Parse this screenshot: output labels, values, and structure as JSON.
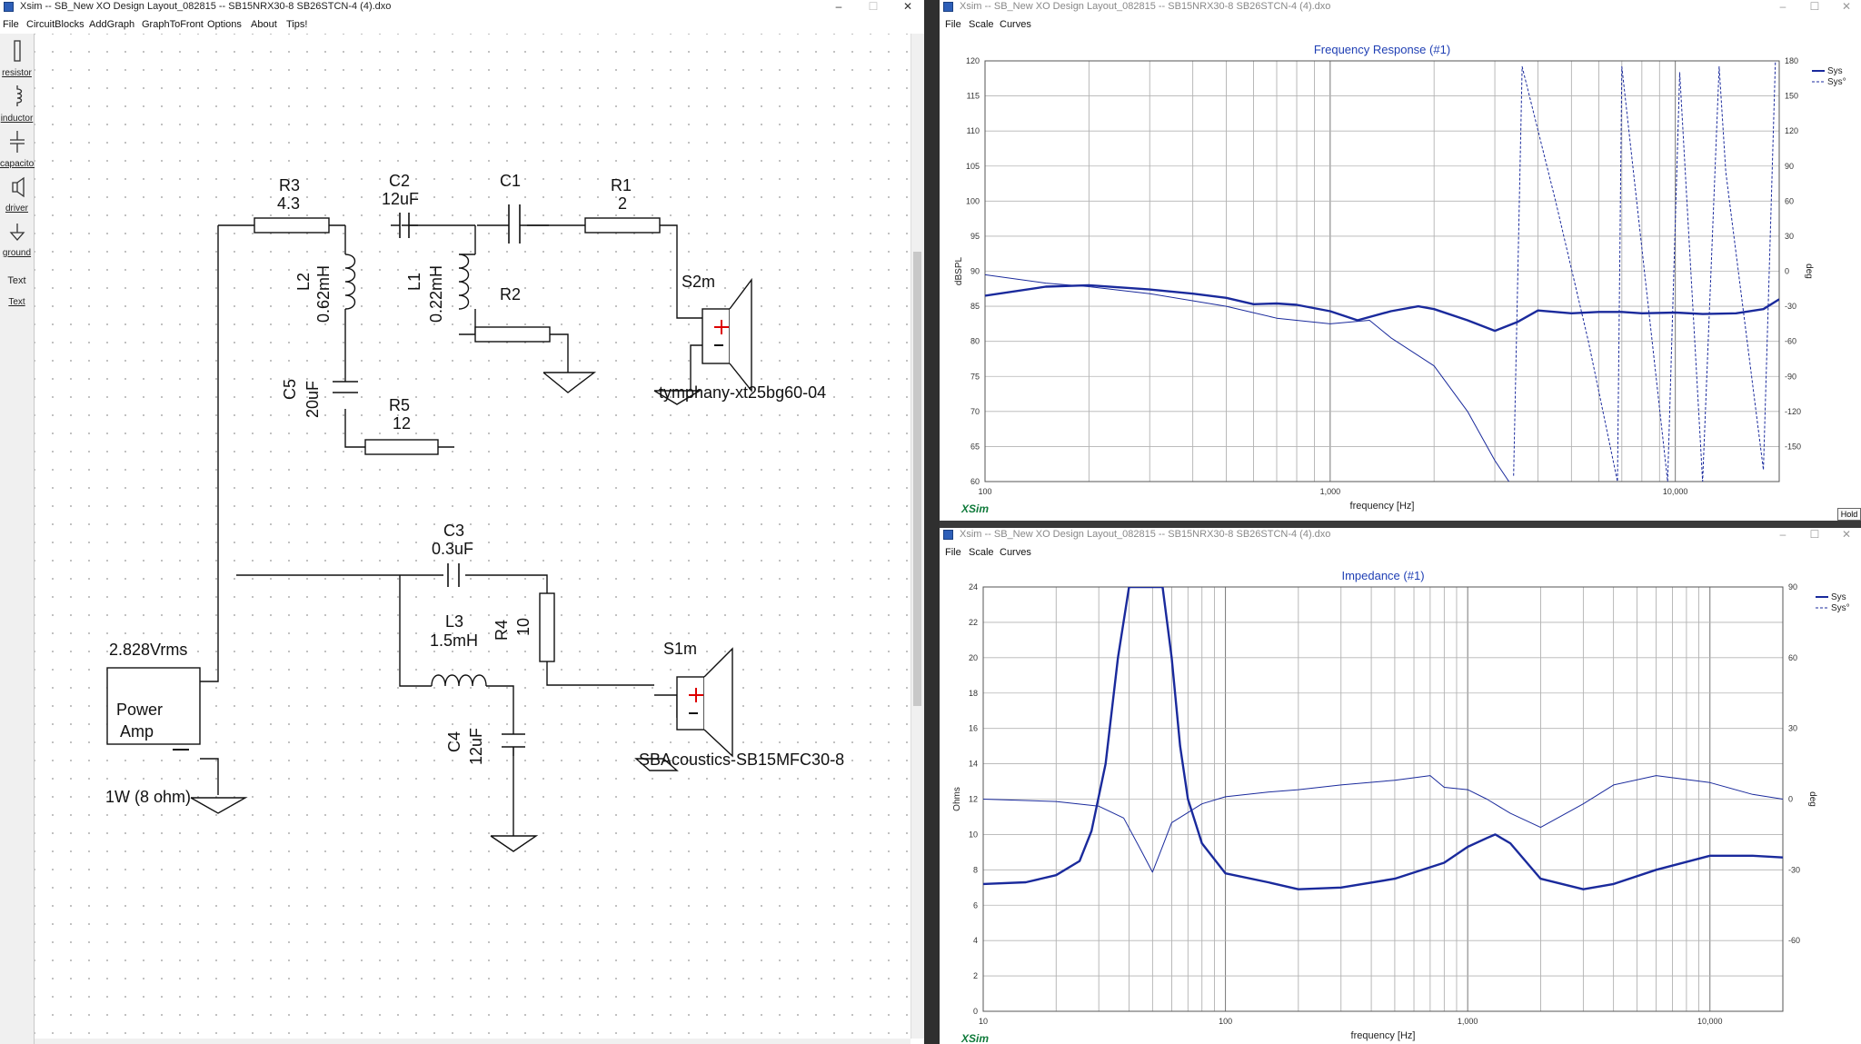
{
  "schematic_window": {
    "title": "Xsim -- SB_New XO Design Layout_082815 -- SB15NRX30-8 SB26STCN-4 (4).dxo",
    "menu": [
      "File",
      "CircuitBlocks",
      "AddGraph",
      "GraphToFront",
      "Options",
      "About",
      "Tips!"
    ],
    "tools": [
      {
        "label": "resistor",
        "icon": "resistor-icon"
      },
      {
        "label": "inductor",
        "icon": "inductor-icon"
      },
      {
        "label": "capacitor",
        "icon": "capacitor-icon"
      },
      {
        "label": "driver",
        "icon": "driver-icon"
      },
      {
        "label": "ground",
        "icon": "ground-icon"
      },
      {
        "label": "Text",
        "icon": "text-icon"
      },
      {
        "label": "Text",
        "icon": "text-icon"
      }
    ],
    "components": {
      "R3": {
        "name": "R3",
        "value": "4.3"
      },
      "C2": {
        "name": "C2",
        "value": "12uF"
      },
      "C1": {
        "name": "C1"
      },
      "R1": {
        "name": "R1",
        "value": "2"
      },
      "L2": {
        "name": "L2",
        "value": "0.62mH"
      },
      "L1": {
        "name": "L1",
        "value": "0.22mH"
      },
      "R2": {
        "name": "R2"
      },
      "S2m": {
        "name": "S2m",
        "model": "tymphany-xt25bg60-04"
      },
      "C5": {
        "name": "C5",
        "value": "20uF"
      },
      "R5": {
        "name": "R5",
        "value": "12"
      },
      "C3": {
        "name": "C3",
        "value": "0.3uF"
      },
      "L3": {
        "name": "L3",
        "value": "1.5mH"
      },
      "R4": {
        "name": "R4",
        "value": "10"
      },
      "S1m": {
        "name": "S1m",
        "model": "SBAcoustics-SB15MFC30-8"
      },
      "C4": {
        "name": "C4",
        "value": "12uF"
      },
      "amp": {
        "voltage": "2.828Vrms",
        "line1": "Power",
        "line2": "Amp",
        "power": "1W (8 ohm)"
      }
    }
  },
  "freq_window": {
    "title": "Xsim -- SB_New XO Design Layout_082815 -- SB15NRX30-8 SB26STCN-4 (4).dxo",
    "menu": [
      "File",
      "Scale",
      "Curves"
    ],
    "brand": "XSim",
    "hold_label": "Hold"
  },
  "imp_window": {
    "title": "Xsim -- SB_New XO Design Layout_082815 -- SB15NRX30-8 SB26STCN-4 (4).dxo",
    "menu": [
      "File",
      "Scale",
      "Curves"
    ],
    "brand": "XSim"
  },
  "chart_data": [
    {
      "type": "line",
      "title": "Frequency Response (#1)",
      "xlabel": "frequency [Hz]",
      "ylabel": "dBSPL",
      "y2label": "deg",
      "xscale": "log",
      "xlim": [
        100,
        20000
      ],
      "ylim": [
        60,
        120
      ],
      "y2lim": [
        -180,
        180
      ],
      "x_ticks": [
        "100",
        "1,000",
        "10,000"
      ],
      "y_ticks": [
        "60",
        "65",
        "70",
        "75",
        "80",
        "85",
        "90",
        "95",
        "100",
        "105",
        "110",
        "115",
        "120"
      ],
      "y2_ticks": [
        "-150",
        "-120",
        "-90",
        "-60",
        "-30",
        "0",
        "30",
        "60",
        "90",
        "120",
        "150",
        "180"
      ],
      "grid": true,
      "legend": {
        "position": "top-right",
        "entries": [
          "Sys",
          "Sys°"
        ]
      },
      "series": [
        {
          "name": "Sys",
          "axis": "left",
          "style": "solid-thick",
          "color": "#1a2a9c",
          "x": [
            100,
            150,
            200,
            300,
            400,
            500,
            600,
            700,
            800,
            1000,
            1200,
            1500,
            1800,
            2000,
            2500,
            3000,
            3500,
            4000,
            5000,
            6000,
            7000,
            8000,
            10000,
            12000,
            15000,
            18000,
            20000
          ],
          "y": [
            86.5,
            87.8,
            88.0,
            87.4,
            86.8,
            86.2,
            85.3,
            85.4,
            85.2,
            84.3,
            83.0,
            84.3,
            85.0,
            84.6,
            83.0,
            81.5,
            82.8,
            84.4,
            84.0,
            84.2,
            84.2,
            84.0,
            84.1,
            83.9,
            84.0,
            84.6,
            86.0
          ]
        },
        {
          "name": "",
          "axis": "left",
          "style": "solid-thin",
          "color": "#1a2a9c",
          "x": [
            100,
            150,
            200,
            300,
            500,
            700,
            1000,
            1300,
            1500,
            2000,
            2500,
            3000,
            3400
          ],
          "y": [
            89.5,
            88.3,
            87.8,
            86.8,
            85.0,
            83.3,
            82.5,
            83.0,
            80.5,
            76.5,
            70.0,
            63.0,
            59.0
          ]
        },
        {
          "name": "Sys°",
          "axis": "right",
          "style": "dashed",
          "color": "#1a2a9c",
          "x": [
            3400,
            3600,
            4500,
            5600,
            6800,
            7000,
            9500,
            10300,
            12000,
            13400,
            14000,
            18000,
            19500
          ],
          "y": [
            -175,
            175,
            60,
            -60,
            -180,
            175,
            -180,
            170,
            -180,
            175,
            85,
            -170,
            180
          ]
        }
      ]
    },
    {
      "type": "line",
      "title": "Impedance (#1)",
      "xlabel": "frequency [Hz]",
      "ylabel": "Ohms",
      "y2label": "deg",
      "xscale": "log",
      "xlim": [
        10,
        20000
      ],
      "ylim": [
        0,
        24
      ],
      "y2lim": [
        -90,
        90
      ],
      "x_ticks": [
        "10",
        "100",
        "1,000",
        "10,000"
      ],
      "y_ticks": [
        "0",
        "2",
        "4",
        "6",
        "8",
        "10",
        "12",
        "14",
        "16",
        "18",
        "20",
        "22",
        "24"
      ],
      "y2_ticks": [
        "-60",
        "-30",
        "0",
        "30",
        "60",
        "90"
      ],
      "grid": true,
      "legend": {
        "position": "top-right",
        "entries": [
          "Sys",
          "Sys°"
        ]
      },
      "series": [
        {
          "name": "Sys",
          "axis": "left",
          "style": "solid-thick",
          "color": "#1a2a9c",
          "x": [
            10,
            15,
            20,
            25,
            28,
            32,
            36,
            40,
            48,
            55,
            60,
            65,
            70,
            80,
            100,
            150,
            200,
            300,
            500,
            800,
            1000,
            1200,
            1300,
            1500,
            2000,
            3000,
            4000,
            6000,
            10000,
            15000,
            20000
          ],
          "y": [
            7.2,
            7.3,
            7.7,
            8.5,
            10.2,
            14.0,
            20.0,
            24.0,
            24.0,
            24.0,
            20.0,
            15.0,
            12.0,
            9.5,
            7.8,
            7.3,
            6.9,
            7.0,
            7.5,
            8.4,
            9.3,
            9.8,
            10.0,
            9.5,
            7.5,
            6.9,
            7.2,
            8.0,
            8.8,
            8.8,
            8.7
          ]
        },
        {
          "name": "Sys°",
          "axis": "right",
          "style": "solid-thin",
          "color": "#1a2a9c",
          "x": [
            10,
            20,
            30,
            38,
            45,
            50,
            55,
            60,
            80,
            100,
            150,
            200,
            300,
            500,
            700,
            800,
            1000,
            1200,
            1500,
            2000,
            3000,
            4000,
            6000,
            10000,
            15000,
            20000
          ],
          "y": [
            0,
            -1,
            -3,
            -8,
            -22,
            -31,
            -20,
            -10,
            -2,
            1,
            3,
            4,
            6,
            8,
            10,
            5,
            4,
            0,
            -6,
            -12,
            -2,
            6,
            10,
            7,
            2,
            0
          ]
        }
      ]
    }
  ]
}
